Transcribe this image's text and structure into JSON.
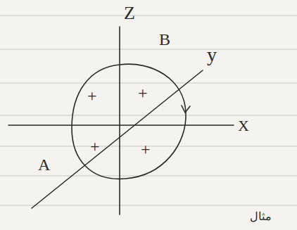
{
  "diagram": {
    "labels": [
      "Z",
      "B",
      "y",
      "X",
      "A",
      "+",
      "+",
      "+",
      "+",
      "مثال"
    ]
  }
}
